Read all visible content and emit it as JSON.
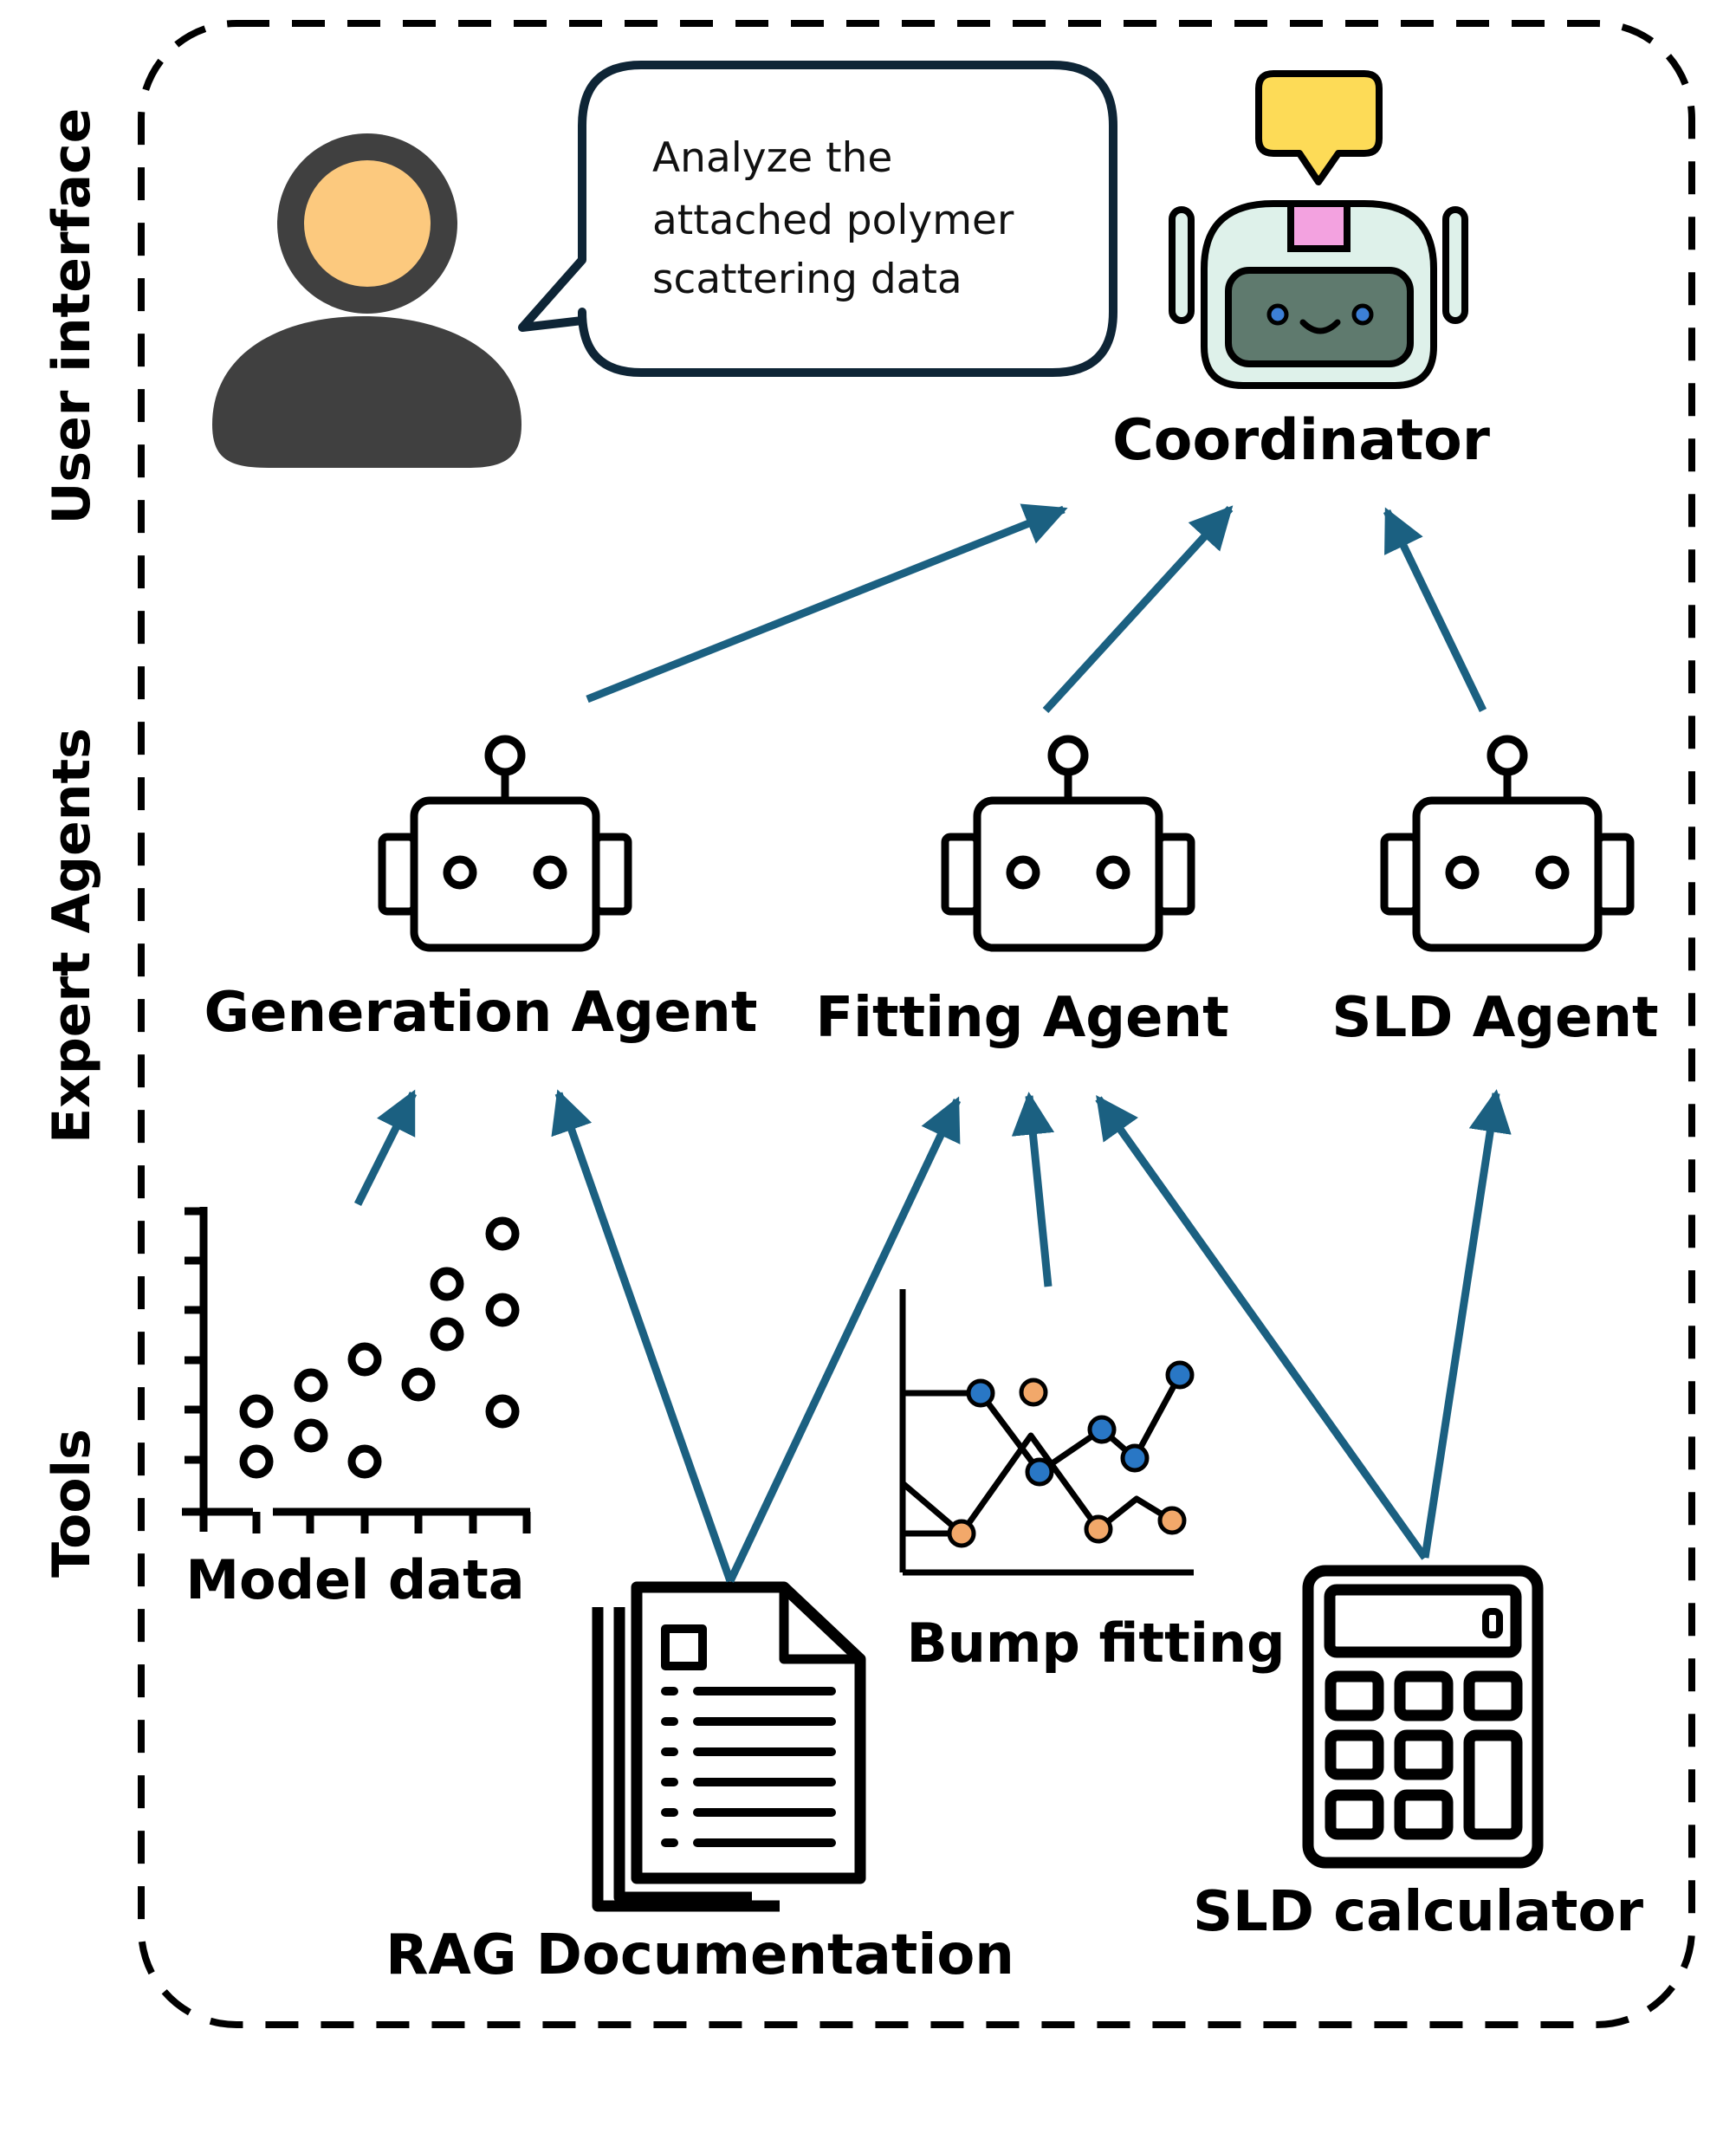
{
  "sections": {
    "user_interface": "User interface",
    "expert_agents": "Expert Agents",
    "tools": "Tools"
  },
  "user": {
    "speech": [
      "Analyze the",
      "attached polymer",
      "scattering data"
    ]
  },
  "coordinator": {
    "label": "Coordinator"
  },
  "agents": {
    "generation": "Generation Agent",
    "fitting": "Fitting Agent",
    "sld": "SLD Agent"
  },
  "tools": {
    "model_data": "Model data",
    "rag": "RAG Documentation",
    "bump": "Bump fitting",
    "sld_calc": "SLD calculator"
  },
  "colors": {
    "arrow": "#1b6081",
    "ink": "#000000",
    "person_body": "#404040",
    "person_face": "#fcc97e",
    "speech_border": "#0e2536",
    "robot_yellow": "#fddb57",
    "robot_pink": "#f3a2e0",
    "robot_shell": "#def1ea",
    "robot_screen": "#5f7a6e",
    "robot_eye": "#3c7fd6",
    "dot_blue": "#2977c5",
    "dot_orange": "#f2a86a"
  }
}
